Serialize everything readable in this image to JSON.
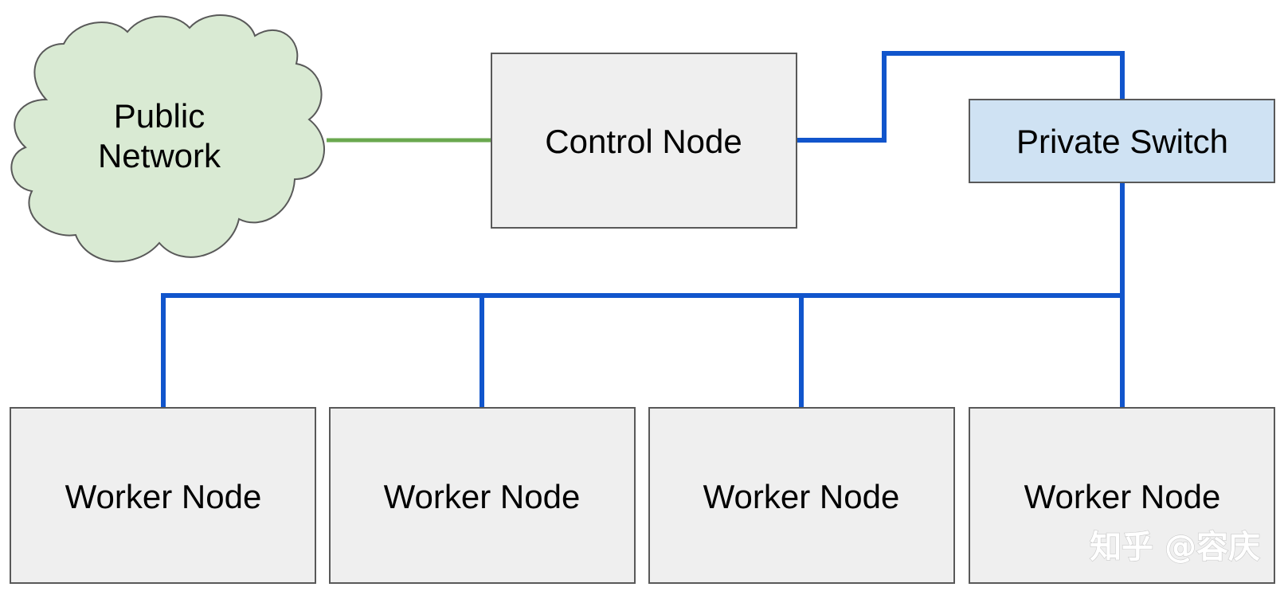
{
  "diagram": {
    "public_network": {
      "label_line1": "Public",
      "label_line2": "Network",
      "fill": "#d9ead3",
      "stroke": "#595959"
    },
    "control_node": {
      "label": "Control Node",
      "fill": "#efefef",
      "stroke": "#595959"
    },
    "private_switch": {
      "label": "Private Switch",
      "fill": "#cfe2f3",
      "stroke": "#595959"
    },
    "worker_nodes": [
      {
        "label": "Worker Node"
      },
      {
        "label": "Worker Node"
      },
      {
        "label": "Worker Node"
      },
      {
        "label": "Worker Node"
      }
    ],
    "worker_fill": "#efefef",
    "public_link_color": "#6aa84f",
    "private_link_color": "#1155cc"
  },
  "watermark": {
    "text": "知乎 @容庆"
  }
}
